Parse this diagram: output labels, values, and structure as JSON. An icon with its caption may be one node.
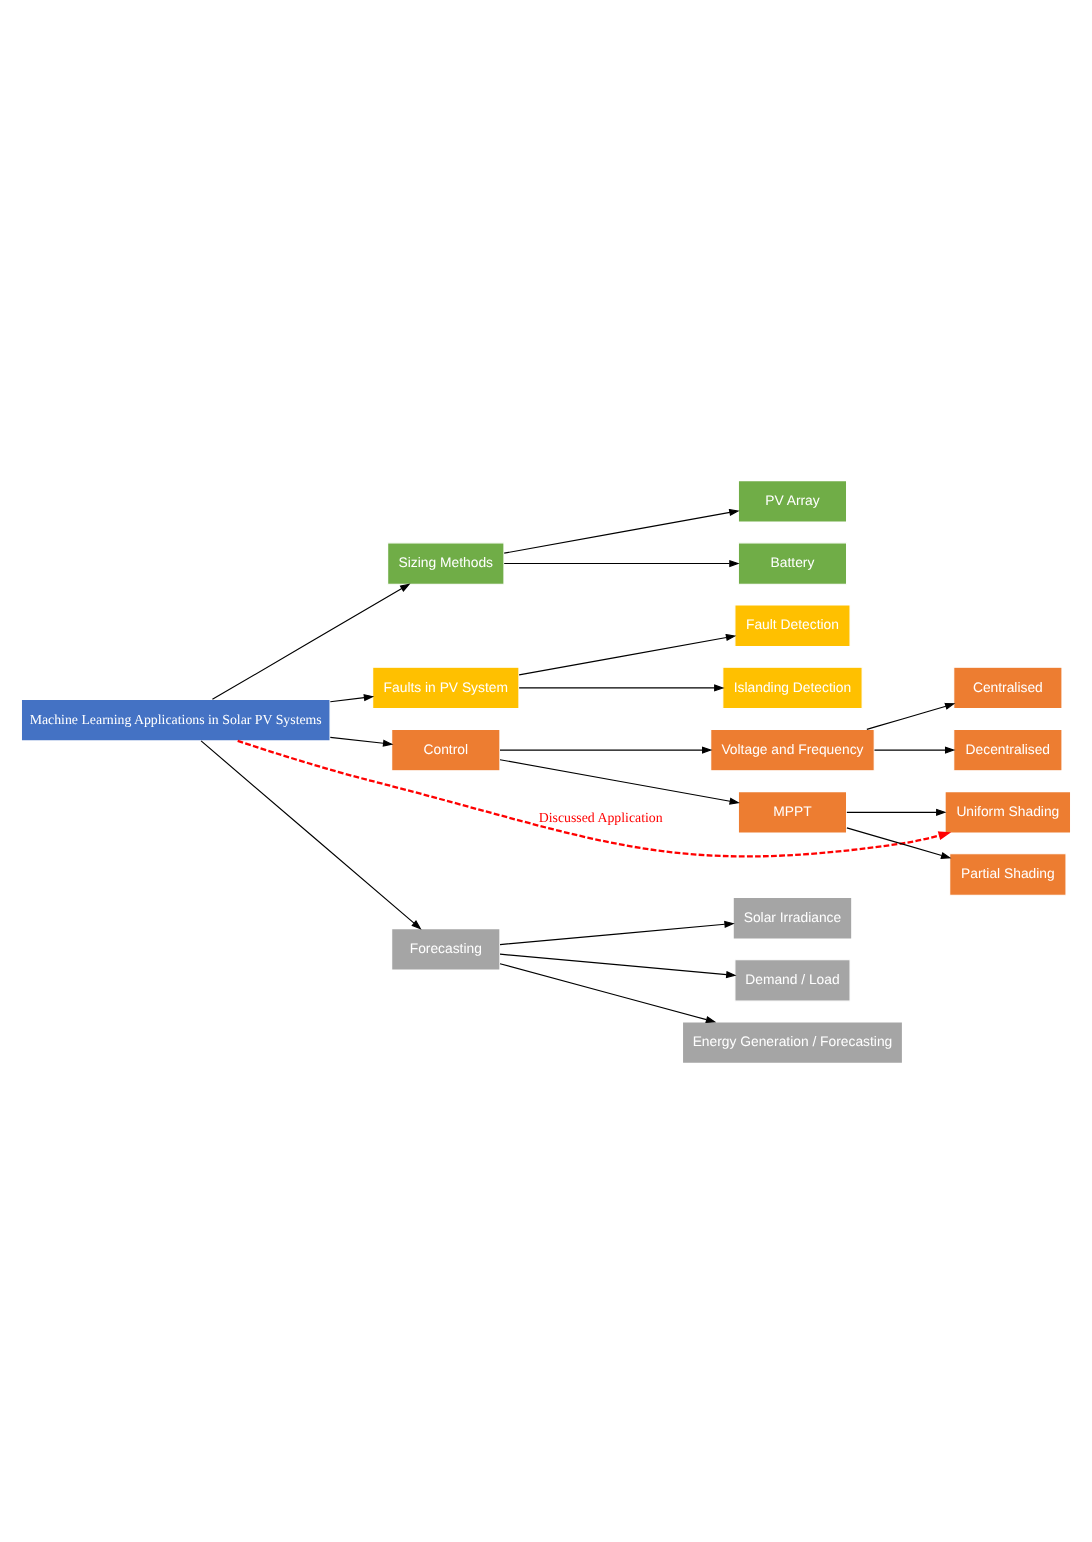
{
  "diagram": {
    "nodes": [
      {
        "text": [
          "Machine Learning Applications in Solar PV Systems"
        ]
      },
      {
        "text": [
          "Sizing Methods"
        ]
      },
      {
        "text": [
          "PV Array"
        ]
      },
      {
        "text": [
          "Battery"
        ]
      },
      {
        "text": [
          "Faults in PV System"
        ]
      },
      {
        "text": [
          "Fault Detection"
        ]
      },
      {
        "text": [
          "Islanding Detection"
        ]
      },
      {
        "text": [
          "Control"
        ]
      },
      {
        "text": [
          "Voltage and Frequency"
        ]
      },
      {
        "text": [
          "Centralised"
        ]
      },
      {
        "text": [
          "Decentralised"
        ]
      },
      {
        "text": [
          "MPPT"
        ]
      },
      {
        "text": [
          "Uniform Shading"
        ]
      },
      {
        "text": [
          "Partial Shading"
        ]
      },
      {
        "text": [
          "Forecasting"
        ]
      },
      {
        "text": [
          "Solar Irradiance"
        ]
      },
      {
        "text": [
          "Demand / Load"
        ]
      },
      {
        "text": [
          "Energy Generation / Forecasting"
        ]
      }
    ],
    "edges": [
      {
        "from": 0,
        "to": 1,
        "arrow": "to"
      },
      {
        "from": 0,
        "to": 4,
        "arrow": "to"
      },
      {
        "from": 0,
        "to": 7,
        "arrow": "to"
      },
      {
        "from": 0,
        "to": 14,
        "arrow": "to"
      },
      {
        "from": 1,
        "to": 2,
        "arrow": "to"
      },
      {
        "from": 1,
        "to": 3,
        "arrow": "to"
      },
      {
        "from": 4,
        "to": 5,
        "arrow": "to"
      },
      {
        "from": 4,
        "to": 6,
        "arrow": "to"
      },
      {
        "from": 7,
        "to": 8,
        "arrow": "to"
      },
      {
        "from": 7,
        "to": 11,
        "arrow": "to"
      },
      {
        "from": 8,
        "to": 9,
        "arrow": "to"
      },
      {
        "from": 8,
        "to": 10,
        "arrow": "to"
      },
      {
        "from": 11,
        "to": 12,
        "arrow": "to"
      },
      {
        "from": 11,
        "to": 13,
        "arrow": "to"
      },
      {
        "from": 14,
        "to": 15,
        "arrow": "to"
      },
      {
        "from": 14,
        "to": 16,
        "arrow": "to"
      },
      {
        "from": 14,
        "to": 17,
        "arrow": "to"
      },
      {
        "from": 0,
        "to": 12,
        "arrow": "to",
        "style": "dashed",
        "color": "#ff0000",
        "label": "Discussed Application"
      }
    ]
  }
}
